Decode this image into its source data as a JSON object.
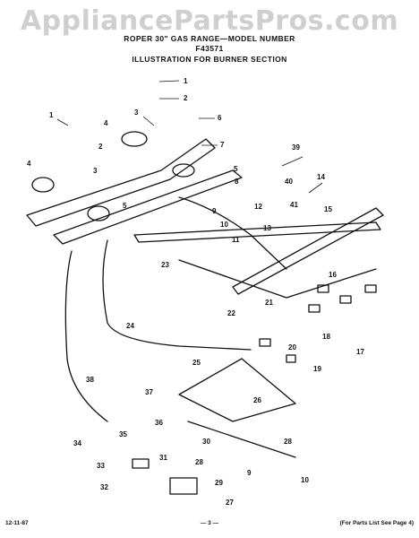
{
  "watermark": "AppliancePartsPros.com",
  "header": {
    "line1": "ROPER 30\" GAS RANGE—MODEL NUMBER",
    "line2": "F43571",
    "line3": "ILLUSTRATION FOR BURNER SECTION"
  },
  "callouts": [
    "1",
    "2",
    "3",
    "4",
    "5",
    "6",
    "7",
    "8",
    "9",
    "10",
    "11",
    "12",
    "13",
    "14",
    "15",
    "16",
    "17",
    "18",
    "19",
    "20",
    "21",
    "22",
    "23",
    "24",
    "25",
    "26",
    "27",
    "28",
    "29",
    "30",
    "31",
    "32",
    "33",
    "34",
    "35",
    "36",
    "37",
    "38",
    "39",
    "40",
    "41"
  ],
  "footer": {
    "date": "12-11-87",
    "page": "— 3 —",
    "note": "(For Parts List See Page 4)"
  }
}
